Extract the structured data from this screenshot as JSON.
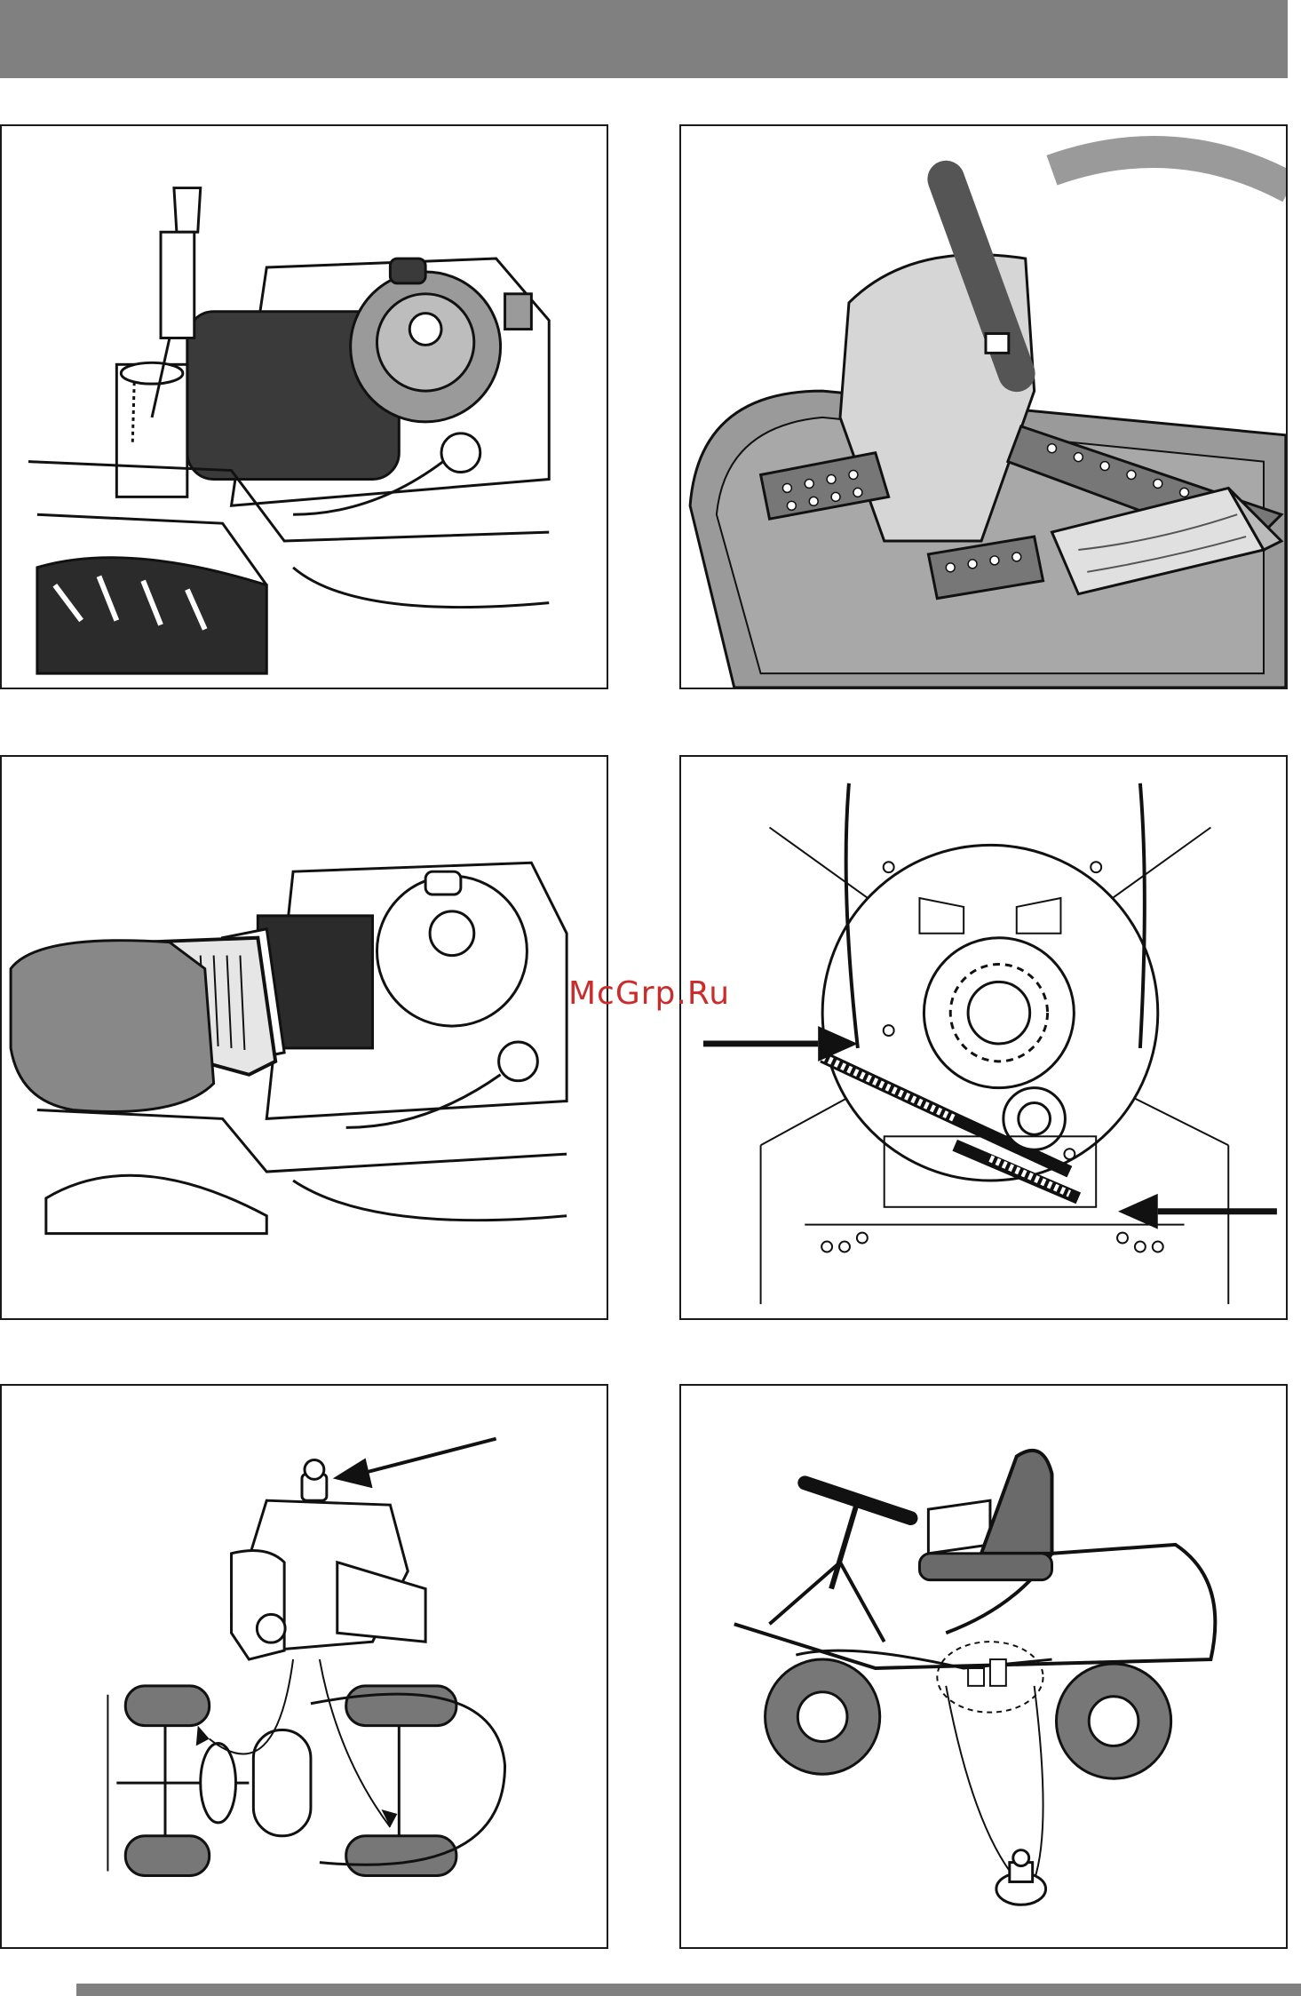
{
  "watermark": {
    "text": "McGrp.Ru"
  },
  "colors": {
    "header_bar": "#808080",
    "panel_border": "#1a1a1a",
    "dark_part": "#3a3a3a",
    "mid_part": "#9a9a9a",
    "watermark": "#cc2b2b"
  },
  "illustrations": [
    {
      "icon": "oil-refill-engine-illustration"
    },
    {
      "icon": "pedal-block-wood-illustration"
    },
    {
      "icon": "air-filter-removal-illustration"
    },
    {
      "icon": "drive-belt-springs-illustration"
    },
    {
      "icon": "grease-nipple-steering-illustration"
    },
    {
      "icon": "mower-grease-points-illustration"
    }
  ]
}
